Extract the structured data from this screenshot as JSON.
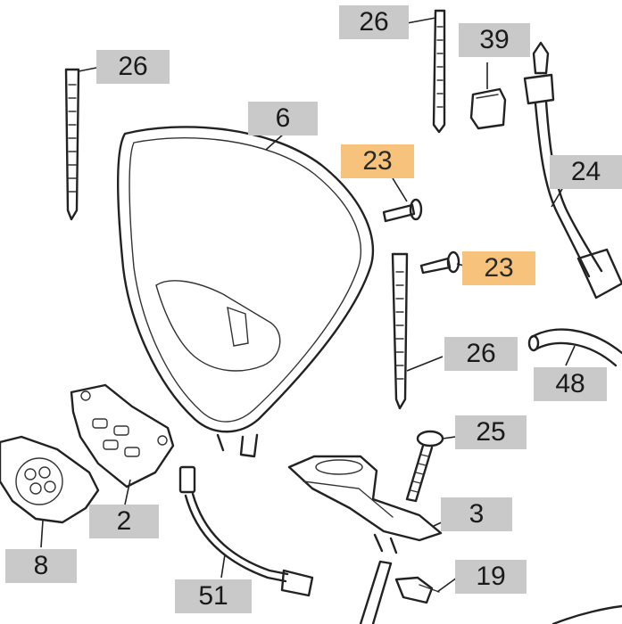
{
  "callouts": [
    {
      "id": "26-top",
      "label": "26",
      "highlight": false
    },
    {
      "id": "39",
      "label": "39",
      "highlight": false
    },
    {
      "id": "26-left",
      "label": "26",
      "highlight": false
    },
    {
      "id": "6",
      "label": "6",
      "highlight": false
    },
    {
      "id": "23-a",
      "label": "23",
      "highlight": true
    },
    {
      "id": "24",
      "label": "24",
      "highlight": false
    },
    {
      "id": "23-b",
      "label": "23",
      "highlight": true
    },
    {
      "id": "26-mid",
      "label": "26",
      "highlight": false
    },
    {
      "id": "48",
      "label": "48",
      "highlight": false
    },
    {
      "id": "25",
      "label": "25",
      "highlight": false
    },
    {
      "id": "2",
      "label": "2",
      "highlight": false
    },
    {
      "id": "3",
      "label": "3",
      "highlight": false
    },
    {
      "id": "8",
      "label": "8",
      "highlight": false
    },
    {
      "id": "19",
      "label": "19",
      "highlight": false
    },
    {
      "id": "51",
      "label": "51",
      "highlight": false
    }
  ],
  "colors": {
    "callout_bg": "#c9c9c9",
    "highlight_bg": "#f7c37c",
    "line": "#222222"
  }
}
